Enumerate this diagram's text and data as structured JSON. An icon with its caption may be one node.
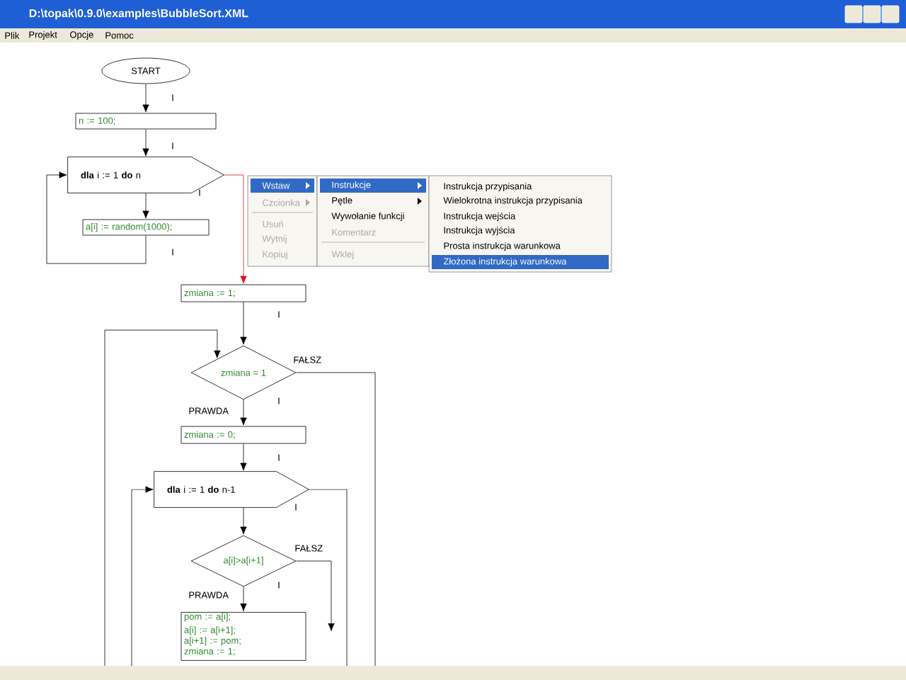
{
  "diagram": {
    "title": "D:\\topak\\0.9.0\\examples\\BubbleSort.XML",
    "nodes": [
      {
        "text": [
          "START"
        ]
      },
      {
        "text": [
          "n := 100;"
        ]
      },
      {
        "text": [
          "**dla** i := 1 **do** n"
        ]
      },
      {
        "text": [
          "a[i] := random(1000);"
        ]
      },
      {
        "text": [
          "zmiana := 1;"
        ]
      },
      {
        "text": [
          "zmiana = 1"
        ]
      },
      {
        "text": [
          "zmiana := 0;"
        ]
      },
      {
        "text": [
          "**dla** i := 1 **do** n-1"
        ]
      },
      {
        "text": [
          "a[i]>a[i+1]"
        ]
      },
      {
        "text": [
          "pom := a[i];",
          "a[i] := a[i+1];",
          "a[i+1] := pom;",
          "zmiana := 1;"
        ]
      },
      {
        "text": [
          "Wstaw",
          "Czcionka",
          "Usuń",
          "Wytnij",
          "Kopiuj"
        ]
      },
      {
        "text": [
          "Instrukcje",
          "Pętle",
          "Wywołanie funkcji",
          "Komentarz",
          "Wklej"
        ]
      },
      {
        "text": [
          "Instrukcja przypisania",
          "Wielokrotna instrukcja przypisania",
          "Instrukcja wejścia",
          "Instrukcja wyjścia",
          "Prosta instrukcja warunkowa",
          "Złożona instrukcja warunkowa"
        ]
      }
    ],
    "edges": [
      {
        "from": 0,
        "to": 1,
        "arrow": "to"
      },
      {
        "from": 1,
        "to": 2,
        "arrow": "to"
      },
      {
        "from": 2,
        "to": 3,
        "arrow": "to"
      },
      {
        "from": 3,
        "to": 2,
        "arrow": "to"
      },
      {
        "from": 2,
        "to": 4,
        "arrow": "to",
        "color": "#dd1111"
      },
      {
        "from": 4,
        "to": 5,
        "arrow": "to"
      },
      {
        "from": 5,
        "to": 6,
        "arrow": "to",
        "label": "PRAWDA"
      },
      {
        "from": 6,
        "to": 7,
        "arrow": "to"
      },
      {
        "from": 7,
        "to": 8,
        "arrow": "to"
      },
      {
        "from": 8,
        "to": 9,
        "arrow": "to",
        "label": "PRAWDA"
      },
      {
        "from": 5,
        "to": null,
        "arrow": "none",
        "label": "FAŁSZ"
      },
      {
        "from": 8,
        "to": null,
        "arrow": "to",
        "label": "FAŁSZ"
      },
      {
        "from": null,
        "to": 5,
        "arrow": "to"
      },
      {
        "from": null,
        "to": 7,
        "arrow": "to"
      },
      {
        "from": 7,
        "to": null,
        "arrow": "none"
      }
    ],
    "labels": [
      "Plik",
      "Projekt",
      "Opcje",
      "Pomoc",
      "I",
      "I",
      "I",
      "I",
      "I",
      "I",
      "I",
      "I",
      "I"
    ]
  }
}
